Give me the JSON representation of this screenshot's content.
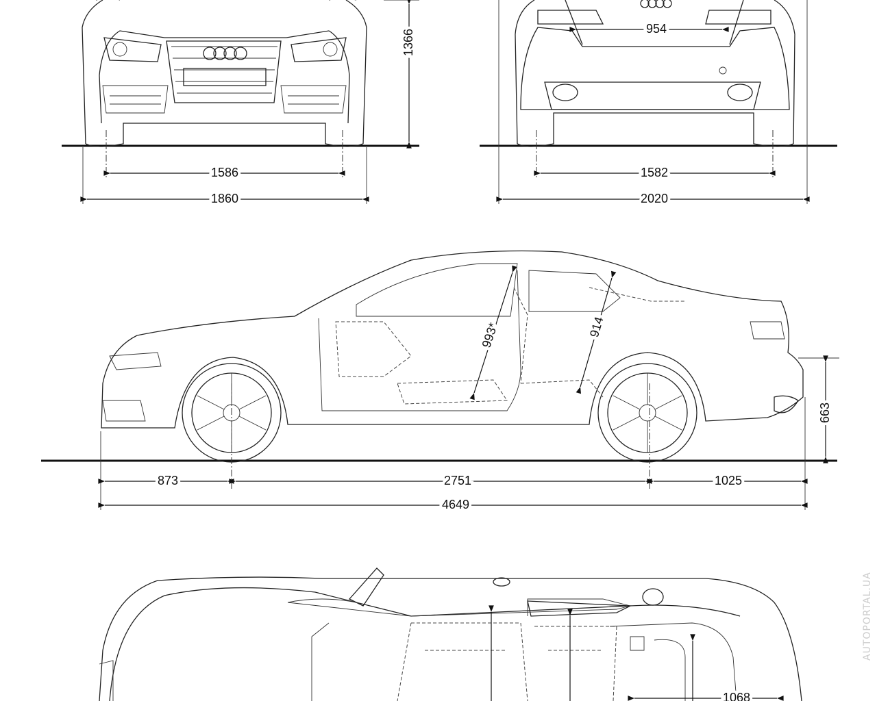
{
  "drawing": {
    "front_view": {
      "height": "1366",
      "track": "1586",
      "width": "1860"
    },
    "rear_view": {
      "trunk_opening": "954",
      "track": "1582",
      "width_with_mirrors": "2020"
    },
    "side_view": {
      "front_headroom": "993*",
      "rear_headroom": "914",
      "rear_load_height": "663",
      "front_overhang": "873",
      "wheelbase": "2751",
      "rear_overhang": "1025",
      "length": "4649"
    },
    "top_view": {
      "dimension": "1068"
    },
    "watermark": "AUTOPORTAL.UA"
  }
}
